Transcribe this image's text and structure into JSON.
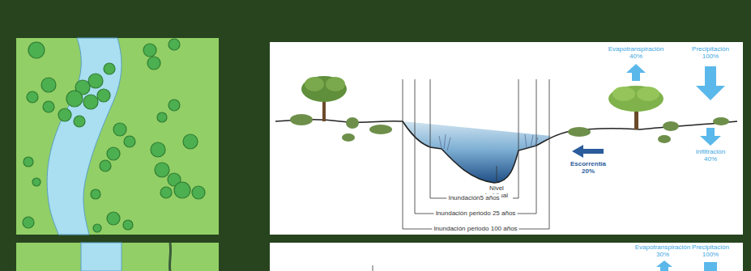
{
  "diagram": {
    "labels": [
      "Evapotranspiración 40%",
      "Precipitación 100%",
      "Infiltración 40%",
      "Escorrentía 20%",
      "Nivel habitual",
      "Inundación5 años",
      "Inundación periodo 25 años",
      "Inundación periodo 100 años",
      "Evapotranspiración 30%",
      "Precipitación 100%"
    ]
  }
}
